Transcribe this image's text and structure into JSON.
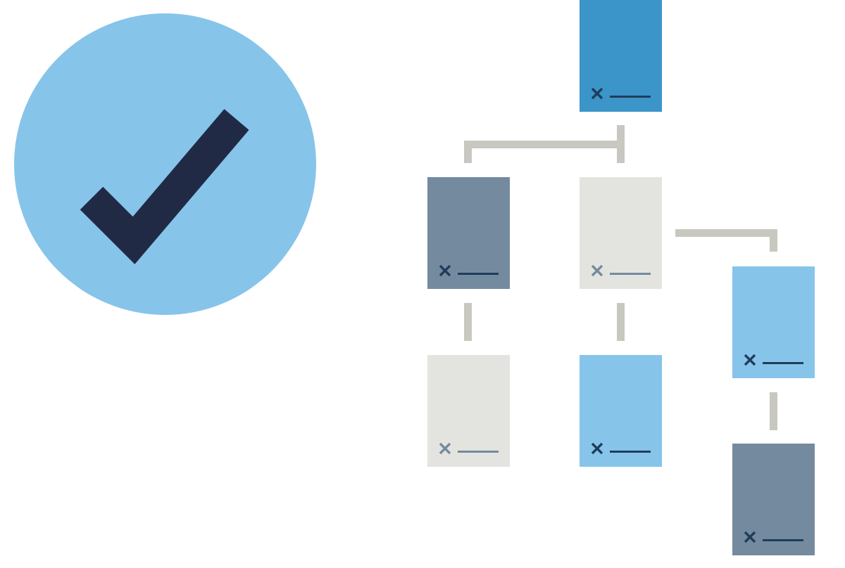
{
  "approval_badge": {
    "icon": "checkmark-icon",
    "circle_color": "#87C4EA",
    "mark_color": "#212A45"
  },
  "connector_color": "#C9C8C0",
  "documents": [
    {
      "id": "root",
      "fill": "#3B95C8",
      "mark_color": "#1F3D5A"
    },
    {
      "id": "level1-left",
      "fill": "#748A9F",
      "mark_color": "#1F3D5A"
    },
    {
      "id": "level1-center",
      "fill": "#E3E4DF",
      "mark_color": "#748A9F"
    },
    {
      "id": "level2-left",
      "fill": "#E3E4DF",
      "mark_color": "#748A9F"
    },
    {
      "id": "level2-center",
      "fill": "#87C4EA",
      "mark_color": "#1F3D5A"
    },
    {
      "id": "branch-right-top",
      "fill": "#87C4EA",
      "mark_color": "#1F3D5A"
    },
    {
      "id": "branch-right-bottom",
      "fill": "#748A9F",
      "mark_color": "#1F3D5A"
    }
  ]
}
